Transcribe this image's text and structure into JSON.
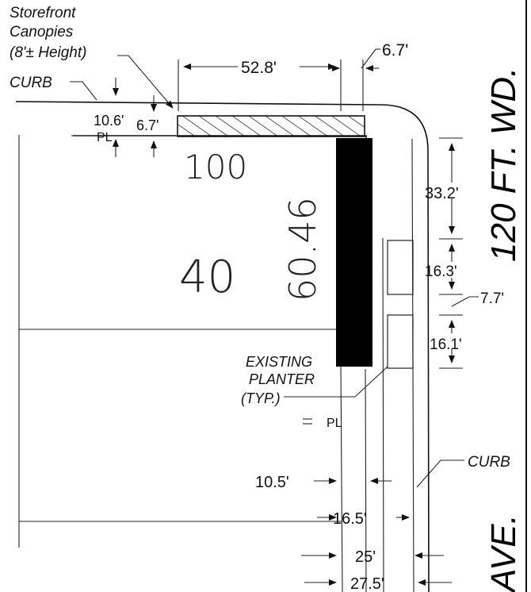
{
  "labels": {
    "canopy_line1": "Storefront",
    "canopy_line2": "Canopies",
    "canopy_line3": "(8'± Height)",
    "curb_top": "CURB",
    "curb_right": "CURB",
    "existing_line1": "EXISTING",
    "existing_line2": "PLANTER",
    "existing_line3": "(TYP.)",
    "property_line": "PL",
    "property_line_lower": "PL",
    "lot_number": "100",
    "lot_depth": "40",
    "lot_frontage": "60.46",
    "street_width": "120 FT. WD.",
    "street_name": "AVE."
  },
  "dimensions": {
    "canopy_length": "52.8'",
    "canopy_right": "6.7'",
    "curb_setback": "10.6'",
    "canopy_depth": "6.7'",
    "right_top": "33.2'",
    "planter1": "16.3'",
    "gap": "7.7'",
    "planter2": "16.1'",
    "d_10_5": "10.5'",
    "d_16_5": "16.5'",
    "d_25": "25'",
    "d_27_5": "27.5'"
  }
}
